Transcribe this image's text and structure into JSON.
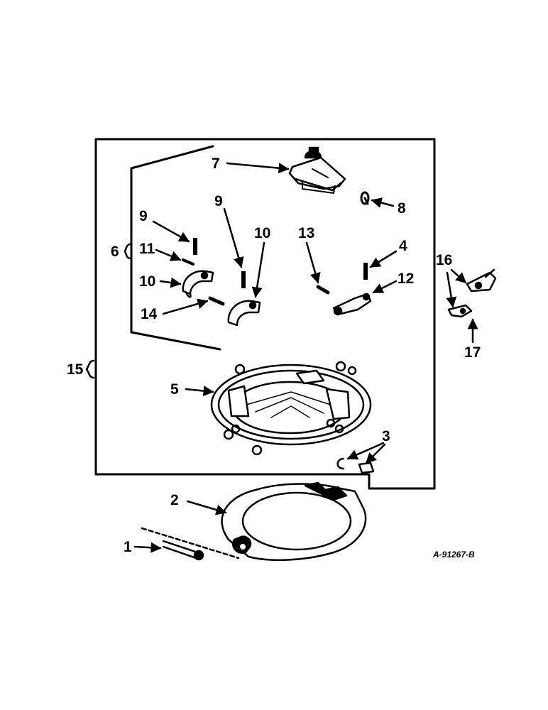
{
  "diagram": {
    "reference_code": "A-91267-B",
    "callouts": {
      "c1": "1",
      "c2": "2",
      "c3": "3",
      "c4": "4",
      "c5": "5",
      "c6": "6",
      "c7": "7",
      "c8": "8",
      "c9a": "9",
      "c9b": "9",
      "c10a": "10",
      "c10b": "10",
      "c11": "11",
      "c12": "12",
      "c13": "13",
      "c14": "14",
      "c15": "15",
      "c16": "16",
      "c17": "17"
    }
  }
}
